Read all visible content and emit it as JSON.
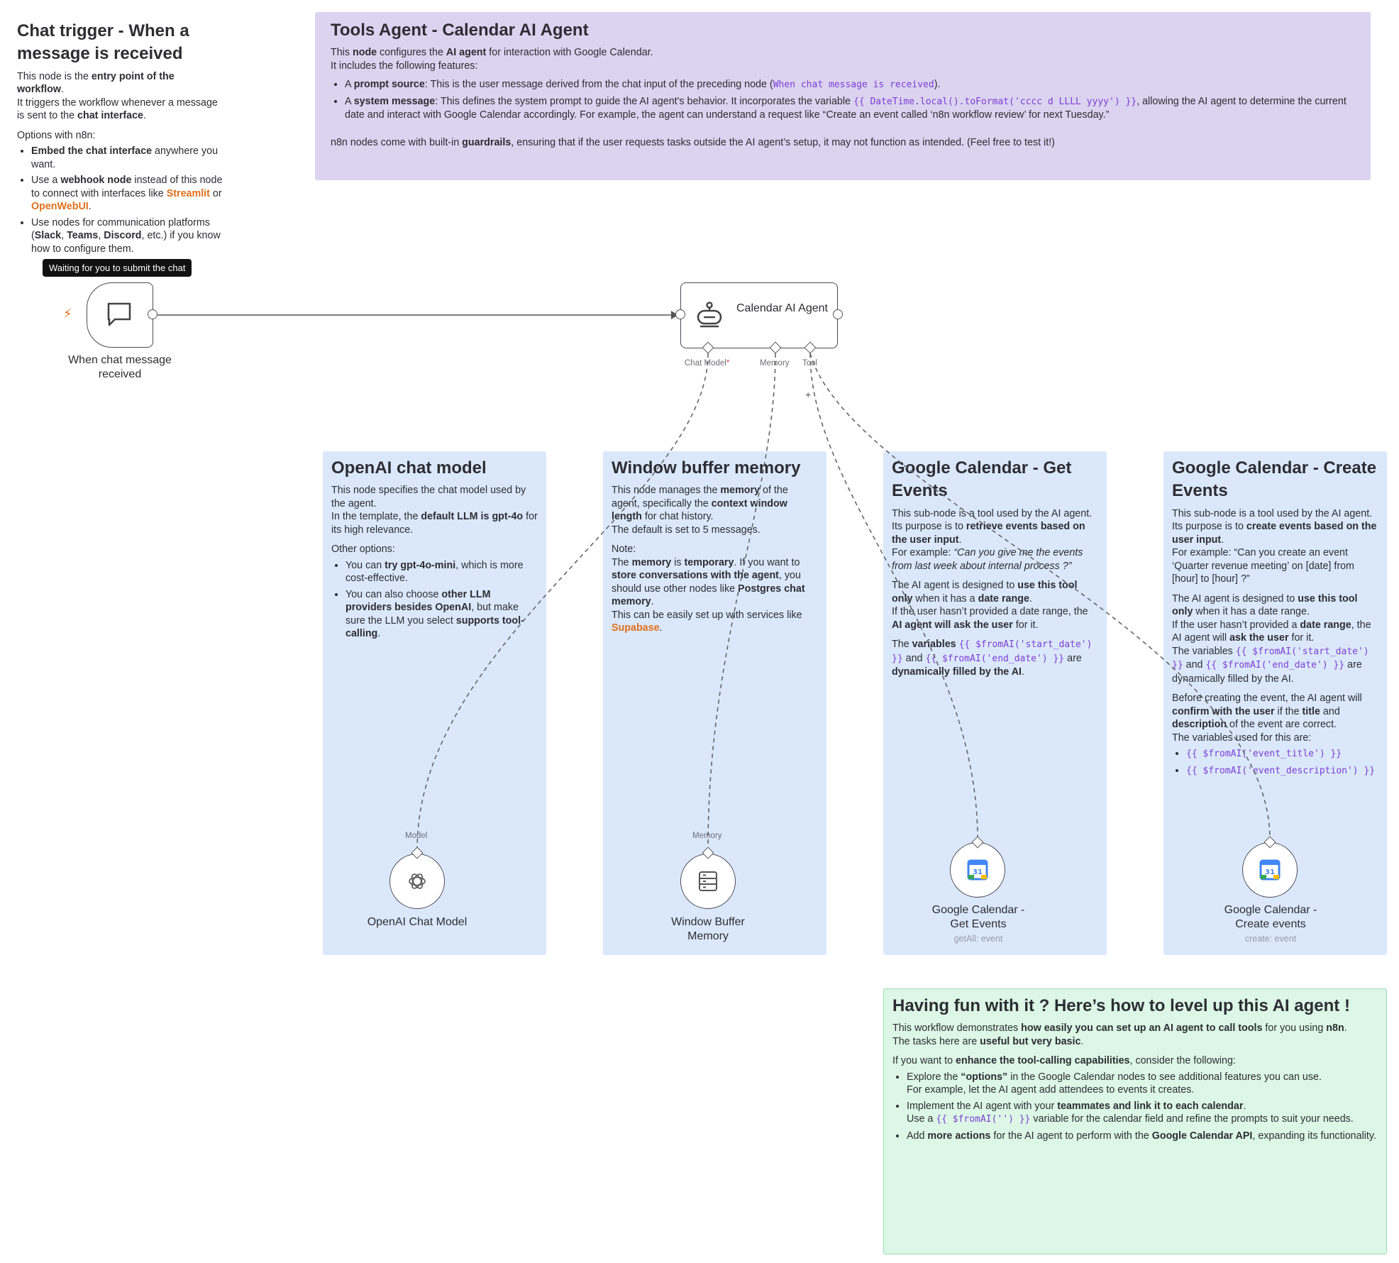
{
  "chat_trigger_note": {
    "title": "Chat trigger - When a message is received",
    "line1_a": "This node is the ",
    "line1_b": "entry point of the workflow",
    "line1_c": ".",
    "line2_a": "It triggers the workflow whenever a message is sent to the ",
    "line2_b": "chat interface",
    "line2_c": ".",
    "options_heading": "Options with n8n:",
    "bullet1_b": "Embed the chat interface",
    "bullet1_t": " anywhere you want.",
    "bullet2_a": "Use a ",
    "bullet2_b": "webhook node",
    "bullet2_c": " instead of this node to connect with interfaces like ",
    "bullet2_link1": "Streamlit",
    "bullet2_or": " or ",
    "bullet2_link2": "OpenWebUI",
    "bullet2_end": ".",
    "bullet3_a": "Use nodes for communication platforms (",
    "bullet3_b1": "Slack",
    "bullet3_c1": ", ",
    "bullet3_b2": "Teams",
    "bullet3_c2": ", ",
    "bullet3_b3": "Discord",
    "bullet3_c3": ", etc.) if you know how to configure them."
  },
  "tools_agent_note": {
    "title": "Tools Agent - Calendar AI Agent",
    "l1_a": "This ",
    "l1_b": "node",
    "l1_c": " configures the ",
    "l1_d": "AI agent",
    "l1_e": " for interaction with Google Calendar.",
    "l2": "It includes the following features:",
    "b1_a": "A ",
    "b1_b": "prompt source",
    "b1_c": ": This is the user message derived from the chat input of the preceding node (",
    "b1_code": "When chat message is received",
    "b1_d": ").",
    "b2_a": "A ",
    "b2_b": "system message",
    "b2_c": ": This defines the system prompt to guide the AI agent's behavior. It incorporates the variable ",
    "b2_code": "{{ DateTime.local().toFormat('cccc d LLLL yyyy') }}",
    "b2_d": ", allowing the AI agent to determine the current date and interact with Google Calendar accordingly. For example, the agent can understand a request like “Create an event called ‘n8n workflow review’ for next Tuesday.”",
    "l3_a": "n8n nodes come with built-in ",
    "l3_b": "guardrails",
    "l3_c": ", ensuring that if the user requests tasks outside the AI agent’s setup, it may not function as intended. (Feel free to test it!)"
  },
  "openai_note": {
    "title": "OpenAI chat model",
    "p1": "This node specifies the chat model used by the agent.",
    "p2_a": "In the template, the ",
    "p2_b": "default LLM is gpt-4o",
    "p2_c": " for its high relevance.",
    "p3": "Other options:",
    "b1_a": "You can ",
    "b1_b": "try gpt-4o-mini",
    "b1_c": ", which is more cost-effective.",
    "b2_a": "You can also choose ",
    "b2_b": "other LLM providers besides OpenAI",
    "b2_c": ", but make sure the LLM you select ",
    "b2_d": "supports tool-calling",
    "b2_e": "."
  },
  "memory_note": {
    "title": "Window buffer memory",
    "p1_a": "This node manages the ",
    "p1_b": "memory",
    "p1_c": " of the agent, specifically the ",
    "p1_d": "context window length",
    "p1_e": " for chat history.",
    "p2": "The default is set to 5 messages.",
    "p3": "Note:",
    "p4_a": "The ",
    "p4_b": "memory",
    "p4_c": " is ",
    "p4_d": "temporary",
    "p4_e": ". If you want to ",
    "p4_f": "store conversations with the agent",
    "p4_g": ", you should use other nodes like ",
    "p4_h": "Postgres chat memory",
    "p4_i": ".",
    "p5": "This can be easily set up with services like ",
    "p5_link": "Supabase",
    "p5_end": "."
  },
  "get_events_note": {
    "title": "Google Calendar - Get Events",
    "p1": "This sub-node is a tool used by the AI agent.",
    "p2_a": "Its purpose is to ",
    "p2_b": "retrieve events based on the user input",
    "p2_c": ".",
    "p3_a": "For example: ",
    "p3_i": "“Can you give me the events from last week about internal process ?”",
    "p4_a": "The AI agent is designed to ",
    "p4_b": "use this tool only",
    "p4_c": " when it has a ",
    "p4_d": "date range",
    "p4_e": ".",
    "p5_a": "If the user hasn’t provided a date range, the ",
    "p5_b": "AI agent will ask the user",
    "p5_c": " for it.",
    "p6_a": "The ",
    "p6_b": "variables",
    "p6_code1": "{{ $fromAI('start_date') }}",
    "p6_and": " and ",
    "p6_code2": "{{ $fromAI('end_date') }}",
    "p6_c": " are ",
    "p6_d": "dynamically filled by the AI",
    "p6_e": "."
  },
  "create_events_note": {
    "title": "Google Calendar - Create Events",
    "p1": "This sub-node is a tool used by the AI agent.",
    "p2_a": "Its purpose is to ",
    "p2_b": "create events based on the user input",
    "p2_c": ".",
    "p3": "For example: “Can you create an event ‘Quarter revenue meeting’ on [date] from [hour] to [hour] ?”",
    "p4_a": "The AI agent is designed to ",
    "p4_b": "use this tool only",
    "p4_c": " when it has a date range.",
    "p5_a": "If the user hasn’t provided a ",
    "p5_b": "date range",
    "p5_c": ", the AI agent will ",
    "p5_d": "ask the user",
    "p5_e": " for it.",
    "p6_a": "The variables ",
    "p6_code1": "{{ $fromAI('start_date') }}",
    "p6_and": " and ",
    "p6_code2": "{{ $fromAI('end_date') }}",
    "p6_c": " are dynamically filled by the AI.",
    "p7_a": "Before creating the event, the AI agent will ",
    "p7_b": "confirm with the user",
    "p7_c": " if the ",
    "p7_d": "title",
    "p7_e": " and ",
    "p7_f": "description",
    "p7_g": " of the event are correct.",
    "p8": "The variables used for this are:",
    "b1": "{{ $fromAI('event_title') }}",
    "b2": "{{ $fromAI('event_description') }}"
  },
  "level_up_note": {
    "title": "Having fun with it ? Here’s how to level up this AI agent !",
    "p1_a": "This workflow demonstrates ",
    "p1_b": "how easily you can set up an AI agent to call tools",
    "p1_c": " for you using ",
    "p1_d": "n8n",
    "p1_e": ".",
    "p2_a": "The tasks here are ",
    "p2_b": "useful but very basic",
    "p2_c": ".",
    "p3_a": "If you want to ",
    "p3_b": "enhance the tool-calling capabilities",
    "p3_c": ", consider the following:",
    "b1_a": "Explore the ",
    "b1_b": "“options”",
    "b1_c": " in the Google Calendar nodes to see additional features you can use.",
    "b1_d": "For example, let the AI agent add attendees to events it creates.",
    "b2_a": "Implement the AI agent with your ",
    "b2_b": "teammates and link it to each calendar",
    "b2_c": ".",
    "b2_d": "Use a ",
    "b2_code": "{{ $fromAI('') }}",
    "b2_e": " variable for the calendar field and refine the prompts to suit your needs.",
    "b3_a": "Add ",
    "b3_b": "more actions",
    "b3_c": " for the AI agent to perform with the ",
    "b3_d": "Google Calendar API",
    "b3_e": ", expanding its functionality."
  },
  "nodes": {
    "tooltip": "Waiting for you to submit the chat",
    "chat_trigger_label": "When chat message received",
    "agent_label": "Calendar AI Agent",
    "port_chat_model": "Chat Model",
    "port_required": "*",
    "port_memory": "Memory",
    "port_tool": "Tool",
    "plus": "+",
    "openai_port": "Model",
    "openai_label": "OpenAI Chat Model",
    "memory_port": "Memory",
    "memory_label": "Window Buffer Memory",
    "gcal_get_label": "Google Calendar - Get Events",
    "gcal_get_sub": "getAll: event",
    "gcal_create_label": "Google Calendar - Create events",
    "gcal_create_sub": "create: event",
    "gcal_icon_text": "31"
  },
  "colors": {
    "sticky_purple": "#dcd3f0",
    "sticky_blue": "#dbe8fb",
    "sticky_green": "#dcf7e6",
    "accent_orange": "#e0701d",
    "code_purple": "#7b3fd4"
  }
}
